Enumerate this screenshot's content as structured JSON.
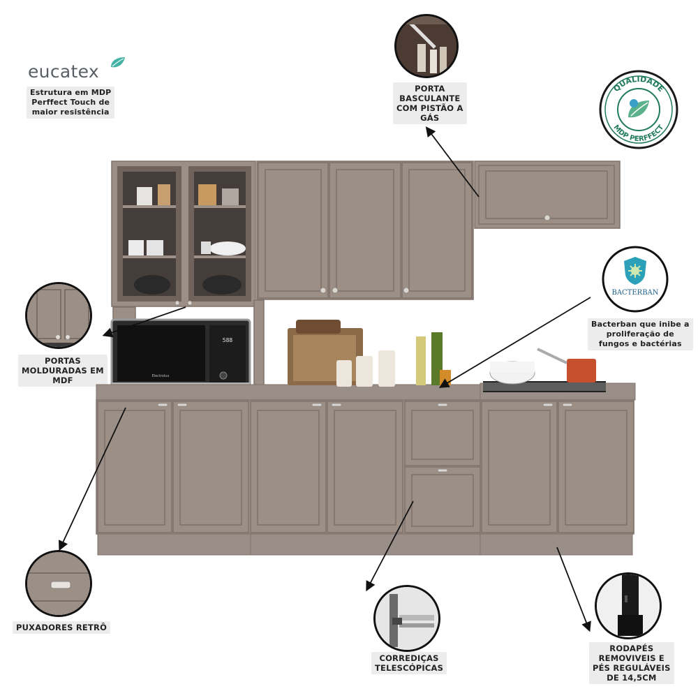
{
  "brand": {
    "logo": "eucatex",
    "leaf_icon": "leaf-icon",
    "description": [
      "Estrutura em MDP",
      "Perffect Touch de",
      "maior resistência"
    ]
  },
  "seal": {
    "top_text": "QUALIDADE",
    "bottom_text": "MDP PERFFECT"
  },
  "bacterban": {
    "logo": "BACTERBAN",
    "description": [
      "Bacterban que inibe a",
      "proliferação de",
      "fungos e bactérias"
    ]
  },
  "features": {
    "porta_basculante": [
      "PORTA",
      "BASCULANTE",
      "COM PISTÃO A",
      "GÁS"
    ],
    "portas_molduradas": [
      "PORTAS",
      "MOLDURADAS EM",
      "MDF"
    ],
    "puxadores": [
      "PUXADORES RETRÔ"
    ],
    "corredicas": [
      "CORREDIÇAS",
      "TELESCÓPICAS"
    ],
    "rodapes": [
      "RODAPÉS",
      "REMOVIVEIS E",
      "PÉS REGULÁVEIS",
      "DE 14,5CM"
    ]
  },
  "microwave": {
    "brand": "Electrolux",
    "display": "588"
  },
  "colors": {
    "cabinet": "#9c8f86",
    "label_bg": "#ececec",
    "eucatex_leaf": "#43b3a6",
    "seal_green": "#1f7a5a"
  }
}
